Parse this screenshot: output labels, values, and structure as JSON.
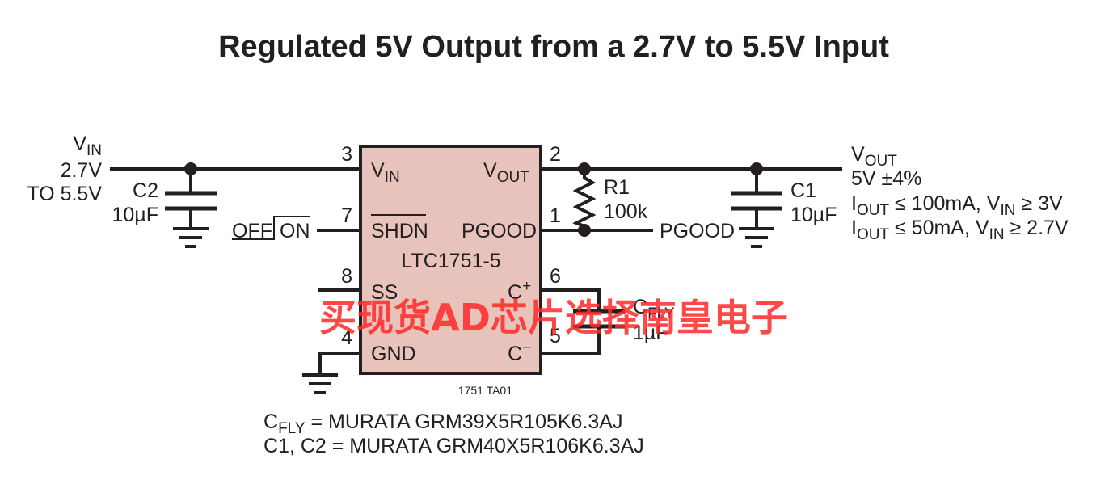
{
  "title": "Regulated 5V Output from a 2.7V to 5.5V Input",
  "colors": {
    "ic_fill": "#e8c3bb",
    "ink": "#231f20",
    "watermark": "#ff2a2a"
  },
  "input": {
    "v": "V",
    "v_sub": "IN",
    "range_line1": "2.7V",
    "range_line2": "TO 5.5V"
  },
  "c2": {
    "name": "C2",
    "value": "10µF"
  },
  "shdn_control": {
    "off": "OFF",
    "on": "ON"
  },
  "ic": {
    "part": "LTC1751-5",
    "pins": {
      "vin": {
        "num": "3",
        "name": "V",
        "sub": "IN"
      },
      "shdn": {
        "num": "7",
        "name": "SHDN"
      },
      "ss": {
        "num": "8",
        "name": "SS"
      },
      "gnd": {
        "num": "4",
        "name": "GND"
      },
      "vout": {
        "num": "2",
        "name": "V",
        "sub": "OUT"
      },
      "pgood": {
        "num": "1",
        "name": "PGOOD"
      },
      "cplus": {
        "num": "6",
        "name": "C",
        "sup": "+"
      },
      "cminus": {
        "num": "5",
        "name": "C",
        "sup": "−"
      }
    }
  },
  "r1": {
    "name": "R1",
    "value": "100k"
  },
  "pgood_net": "PGOOD",
  "c1": {
    "name": "C1",
    "value": "10µF"
  },
  "cfly": {
    "name": "C",
    "name_sub": "FLY",
    "value": "1µF"
  },
  "output": {
    "v": "V",
    "v_sub": "OUT",
    "spec": "5V ±4%",
    "line1": {
      "i": "I",
      "i_sub": "OUT",
      "cond": " ≤ 100mA, V",
      "v_sub": "IN",
      "tail": " ≥ 3V"
    },
    "line2": {
      "i": "I",
      "i_sub": "OUT",
      "cond": " ≤ 50mA, V",
      "v_sub": "IN",
      "tail": " ≥ 2.7V"
    }
  },
  "figure_id": "1751 TA01",
  "notes": {
    "note1": {
      "c": "C",
      "c_sub": "FLY",
      "text": " = MURATA GRM39X5R105K6.3AJ"
    },
    "note2": "C1, C2 = MURATA GRM40X5R106K6.3AJ"
  },
  "watermark": "买现货AD芯片选择南皇电子"
}
